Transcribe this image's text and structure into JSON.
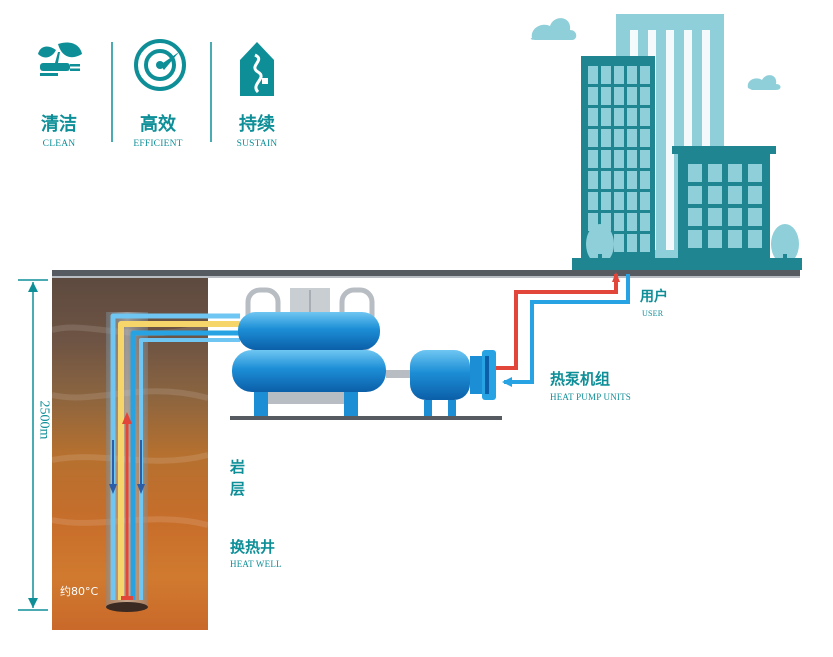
{
  "features": [
    {
      "zh": "清洁",
      "en": "CLEAN",
      "icon": "leaf-plug-icon"
    },
    {
      "zh": "高效",
      "en": "EFFICIENT",
      "icon": "gauge-icon"
    },
    {
      "zh": "持续",
      "en": "SUSTAIN",
      "icon": "house-icon"
    }
  ],
  "labels": {
    "user_zh": "用户",
    "user_en": "USER",
    "heatpump_zh": "热泵机组",
    "heatpump_en": "HEAT PUMP UNITS",
    "rock_zh_1": "岩",
    "rock_zh_2": "层",
    "well_zh": "换热井",
    "well_en": "HEAT WELL",
    "depth": "2500m",
    "temperature": "约80°C"
  },
  "colors": {
    "teal": "#0e8f98",
    "hot_pipe": "#e2453a",
    "cold_pipe": "#27a3e3",
    "yellow_pipe": "#f6d66b",
    "ground_line": "#555b60"
  }
}
